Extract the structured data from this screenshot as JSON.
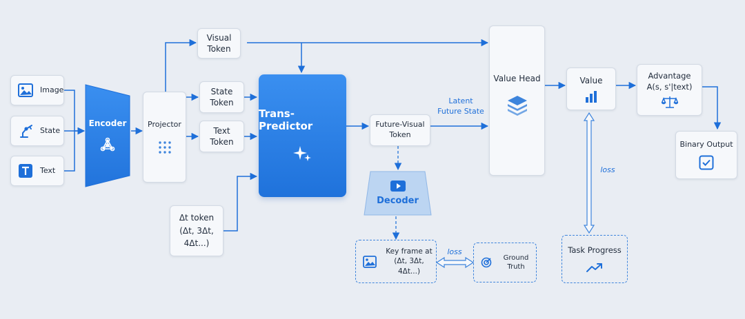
{
  "nodes": {
    "image": "Image",
    "state": "State",
    "text": "Text",
    "encoder": "Encoder",
    "projector": "Projector",
    "visual_token": "Visual\nToken",
    "state_token": "State\nToken",
    "text_token": "Text\nToken",
    "dt_token": "Δt token\n(Δt, 3Δt,\n4Δt...)",
    "trans_predictor": "Trans-Predictor",
    "future_visual_token": "Future-Visual\nToken",
    "decoder": "Decoder",
    "key_frame": "Key frame at\n(Δt, 3Δt, 4Δt...)",
    "ground_truth": "Ground Truth",
    "value_head": "Value Head",
    "value": "Value",
    "advantage": "Advantage\nA(s, s'|text)",
    "binary_output": "Binary Output",
    "task_progress": "Task Progress"
  },
  "edge_labels": {
    "latent_future_state": "Latent\nFuture State",
    "loss_keyframe": "loss",
    "loss_value": "loss"
  },
  "colors": {
    "accent": "#1e6fd9",
    "accent_light": "#3d84dc",
    "node_bg": "#f6f8fb",
    "background": "#e9edf3"
  },
  "icons": {
    "image": "image-icon",
    "state": "robot-arm-icon",
    "text": "text-t-icon",
    "encoder": "network-graph-icon",
    "projector": "dot-grid-icon",
    "trans_predictor": "sparkle-icon",
    "decoder": "play-video-icon",
    "key_frame": "image-icon",
    "ground_truth": "target-icon",
    "value_head": "layers-stack-icon",
    "value": "bar-chart-icon",
    "advantage": "balance-scale-icon",
    "binary_output": "checkbox-icon",
    "task_progress": "trend-up-icon"
  }
}
